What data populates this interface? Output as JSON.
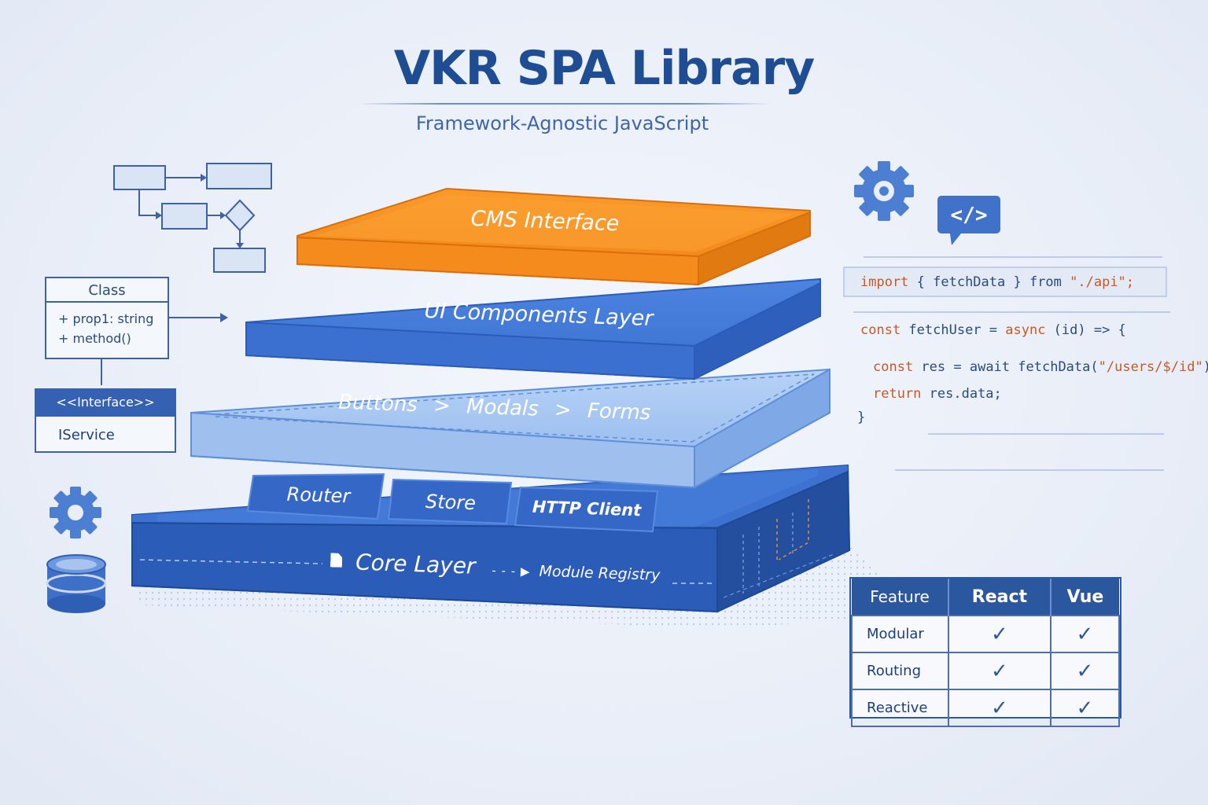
{
  "header": {
    "title": "VKR SPA Library",
    "subtitle": "Framework-Agnostic JavaScript"
  },
  "colors": {
    "accent_orange": "#f28a1f",
    "primary_blue": "#2f63c4",
    "light_blue": "#8fb6ec",
    "dark_blue": "#1f4d94"
  },
  "layers": {
    "cms": "CMS Interface",
    "ui": "UI Components Layer",
    "components": [
      "Buttons",
      "Modals",
      "Forms"
    ],
    "core_modules": [
      "Router",
      "Store",
      "HTTP Client"
    ],
    "core": "Core Layer",
    "registry": "Module Registry"
  },
  "uml": {
    "class_title": "Class",
    "class_members": [
      "+ prop1: string",
      "+ method()"
    ],
    "interface_stereotype": "<<Interface>>",
    "interface_name": "IService"
  },
  "icons": [
    "gear-icon",
    "code-icon",
    "database-icon",
    "document-icon"
  ],
  "code": {
    "line1": {
      "kw": "import",
      "p1": " { fetchData } ",
      "p2": "from",
      "str": " \"./api\";"
    },
    "line2": {
      "kw1": "const",
      "p1": " fetchUser = ",
      "kw2": "async",
      "p2": " (id) => {"
    },
    "line3": {
      "kw": "const",
      "p1": " res = ",
      "p2": "await",
      "p3": " fetchData(",
      "str": "\"/users/$/id\"",
      "p4": ");"
    },
    "line4": {
      "kw": "return",
      "p1": " res.data;"
    },
    "line5": "}"
  },
  "table": {
    "headers": [
      "Feature",
      "React",
      "Vue"
    ],
    "rows": [
      {
        "label": "Modular",
        "react": "✓",
        "vue": "✓"
      },
      {
        "label": "Routing",
        "react": "✓",
        "vue": "✓"
      },
      {
        "label": "Reactive",
        "react": "✓",
        "vue": "✓"
      }
    ]
  }
}
